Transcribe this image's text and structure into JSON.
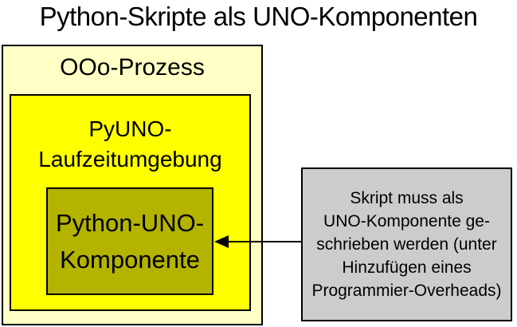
{
  "title": "Python-Skripte als UNO-Komponenten",
  "diagram": {
    "outer_box": {
      "label": "OOo-Prozess",
      "fill": "#ffffc6"
    },
    "runtime_box": {
      "label_lines": [
        "PyUNO-",
        "Laufzeitumgebung"
      ],
      "fill": "#ffff00"
    },
    "component_box": {
      "label_lines": [
        "Python-UNO-",
        "Komponente"
      ],
      "fill": "#b3b300"
    },
    "note_box": {
      "lines": [
        "Skript muss als",
        "UNO-Komponente ge-",
        "schrieben werden (unter",
        "Hinzufügen eines",
        "Programmier-Overheads)"
      ],
      "fill": "#cccccc"
    },
    "arrow": {
      "from": "note-box",
      "to": "component-box",
      "direction": "left",
      "color": "#000000"
    }
  }
}
